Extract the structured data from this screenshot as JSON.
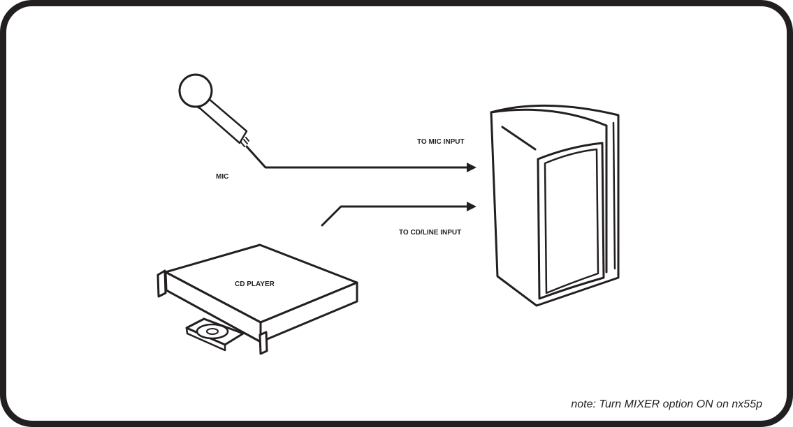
{
  "labels": {
    "mic": "MIC",
    "to_mic_input": "TO MIC INPUT",
    "to_cd_line_input": "TO CD/LINE INPUT",
    "cd_player": "CD PLAYER"
  },
  "note": "note: Turn MIXER option ON on nx55p",
  "icons": [
    "microphone-icon",
    "speaker-icon",
    "cd-player-icon",
    "disc-tray-icon"
  ],
  "colors": {
    "ink": "#231f20",
    "background": "#ffffff"
  }
}
